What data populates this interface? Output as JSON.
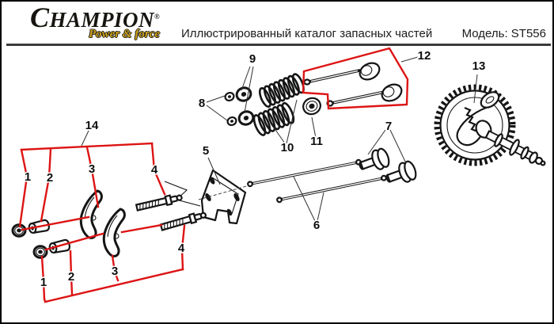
{
  "header": {
    "brand": "CHAMPION",
    "registered_mark": "®",
    "tagline": "Power & force",
    "catalog_title": "Иллюстрированный каталог запасных частей",
    "model": "Модель: ST556"
  },
  "colors": {
    "annotation_red": "#dd1414",
    "ink": "#151515",
    "brand_gold": "#d1a517",
    "header_rule": "#3b3b3b",
    "page_background": "#ffffff",
    "border": "#000000"
  },
  "parts": {
    "rocker_nut": {
      "number": "1"
    },
    "rocker_pivot": {
      "number": "2"
    },
    "rocker_arm": {
      "number": "3"
    },
    "valve_adjusting_stud": {
      "number": "4"
    },
    "push_rod_guide_plate": {
      "number": "5"
    },
    "push_rods": {
      "number": "6"
    },
    "valve_tappets": {
      "number": "7"
    },
    "valve_stem_caps": {
      "number": "8"
    },
    "spring_retainers": {
      "number": "9"
    },
    "valve_springs": {
      "number": "10"
    },
    "valve_spring_seat": {
      "number": "11"
    },
    "valves": {
      "number": "12"
    },
    "camshaft": {
      "number": "13"
    },
    "rocker_arm_assembly": {
      "number": "14"
    }
  }
}
